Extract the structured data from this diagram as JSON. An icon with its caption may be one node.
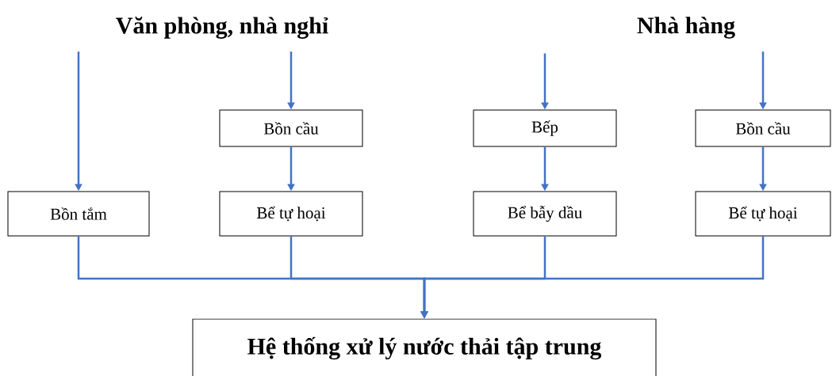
{
  "diagram": {
    "nodes": [
      {
        "text": [
          "Văn phòng, nhà nghỉ"
        ]
      },
      {
        "text": [
          "Nhà hàng"
        ]
      },
      {
        "text": [
          "Bồn cầu"
        ]
      },
      {
        "text": [
          "Bếp"
        ]
      },
      {
        "text": [
          "Bồn cầu"
        ]
      },
      {
        "text": [
          "Bồn tắm"
        ]
      },
      {
        "text": [
          "Bể tự hoại"
        ]
      },
      {
        "text": [
          "Bể bẫy dầu"
        ]
      },
      {
        "text": [
          "Bể tự hoại"
        ]
      },
      {
        "text": [
          "Hệ thống xử lý nước thải tập trung"
        ]
      }
    ],
    "edges": [
      {
        "from": 0,
        "to": 5,
        "arrow": "to"
      },
      {
        "from": 0,
        "to": 2,
        "arrow": "to"
      },
      {
        "from": null,
        "to": 3,
        "arrow": "to"
      },
      {
        "from": 1,
        "to": 4,
        "arrow": "to"
      },
      {
        "from": 2,
        "to": 6,
        "arrow": "to"
      },
      {
        "from": 3,
        "to": 7,
        "arrow": "to"
      },
      {
        "from": 4,
        "to": 8,
        "arrow": "to"
      },
      {
        "from": 5,
        "to": 9,
        "arrow": "to"
      },
      {
        "from": 6,
        "to": 9,
        "arrow": "to"
      },
      {
        "from": 7,
        "to": 9,
        "arrow": "to"
      },
      {
        "from": 8,
        "to": 9,
        "arrow": "to"
      }
    ]
  }
}
